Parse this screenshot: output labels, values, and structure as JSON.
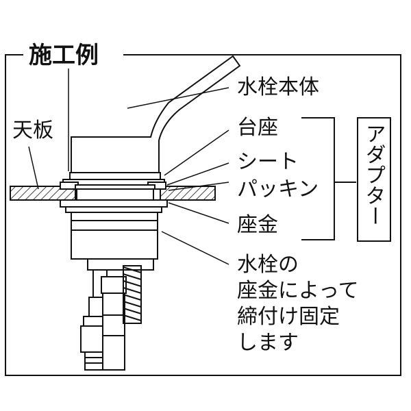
{
  "title": "施工例",
  "labels": {
    "tenban": "天板",
    "body": "水栓本体",
    "daiza": "台座",
    "sheet": "シート",
    "packing": "パッキン",
    "zagane": "座金",
    "note_line1": "水栓の",
    "note_line2": "座金によって",
    "note_line3": "締付け固定",
    "note_line4": "します"
  },
  "adapter": "アダプター",
  "colors": {
    "line": "#111111",
    "hatch": "#444444",
    "background": "#ffffff"
  }
}
